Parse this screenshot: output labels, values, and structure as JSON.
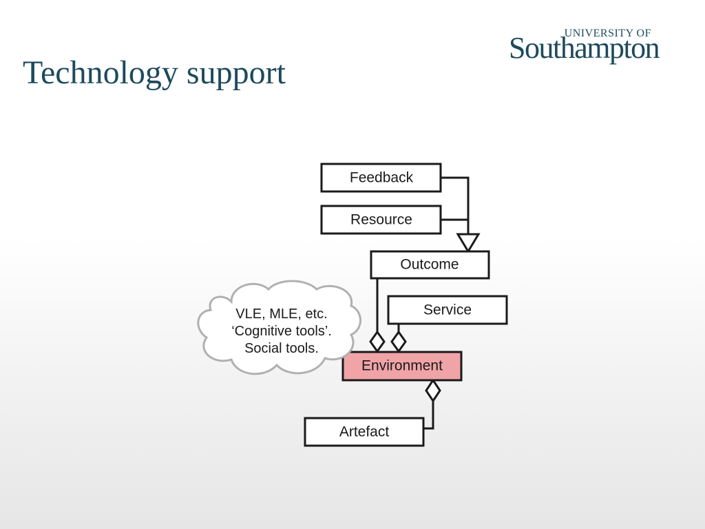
{
  "slide": {
    "title": "Technology support"
  },
  "logo": {
    "top_text": "UNIVERSITY OF",
    "main_text": "Southampton",
    "color": "#1d4a5c"
  },
  "diagram": {
    "nodes": {
      "feedback": "Feedback",
      "resource": "Resource",
      "outcome": "Outcome",
      "service": "Service",
      "environment": "Environment",
      "artefact": "Artefact"
    },
    "cloud": {
      "lines": [
        "VLE, MLE, etc.",
        "‘Cognitive tools’.",
        "Social tools."
      ]
    },
    "highlight_color": "#f0a4a8"
  }
}
